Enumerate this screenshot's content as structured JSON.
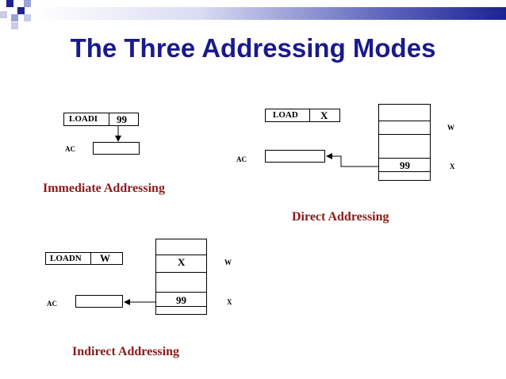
{
  "slide": {
    "title": "The Three Addressing Modes",
    "accent_color": "#1a1a8c",
    "caption_color": "#8b1a1a"
  },
  "immediate": {
    "instr_op": "LOADI",
    "instr_operand": "99",
    "ac_label": "AC",
    "caption": "Immediate Addressing"
  },
  "direct": {
    "instr_op": "LOAD",
    "instr_operand": "X",
    "ac_label": "AC",
    "mem_value": "99",
    "w_label": "W",
    "x_label": "X",
    "caption": "Direct Addressing"
  },
  "indirect": {
    "instr_op": "LOADN",
    "instr_operand": "W",
    "ac_label": "AC",
    "mem_w_value": "X",
    "mem_x_value": "99",
    "w_label": "W",
    "x_label": "X",
    "caption": "Indirect Addressing"
  }
}
